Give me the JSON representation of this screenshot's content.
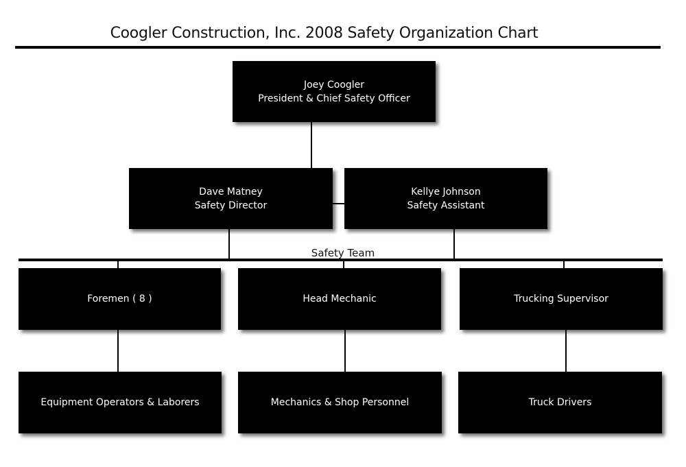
{
  "title": "Coogler Construction, Inc. 2008 Safety Organization Chart",
  "colors": {
    "box_fill": "#000000",
    "box_text": "#ffffff",
    "line": "#000000",
    "background": "#ffffff"
  },
  "nodes": {
    "president": {
      "name": "Joey Coogler",
      "role": "President & Chief Safety Officer"
    },
    "director": {
      "name": "Dave Matney",
      "role": "Safety Director"
    },
    "assistant": {
      "name": "Kellye Johnson",
      "role": "Safety Assistant"
    },
    "team_label": "Safety Team",
    "foremen": {
      "label": "Foremen ( 8 )"
    },
    "head_mechanic": {
      "label": "Head Mechanic"
    },
    "trucking_supervisor": {
      "label": "Trucking Supervisor"
    },
    "operators": {
      "label": "Equipment Operators & Laborers"
    },
    "mechanics": {
      "label": "Mechanics & Shop Personnel"
    },
    "drivers": {
      "label": "Truck Drivers"
    }
  },
  "edges": [
    [
      "president",
      "director"
    ],
    [
      "director",
      "assistant"
    ],
    [
      "director",
      "safety_team"
    ],
    [
      "assistant",
      "safety_team"
    ],
    [
      "safety_team",
      "foremen"
    ],
    [
      "safety_team",
      "head_mechanic"
    ],
    [
      "safety_team",
      "trucking_supervisor"
    ],
    [
      "foremen",
      "operators"
    ],
    [
      "head_mechanic",
      "mechanics"
    ],
    [
      "trucking_supervisor",
      "drivers"
    ]
  ]
}
